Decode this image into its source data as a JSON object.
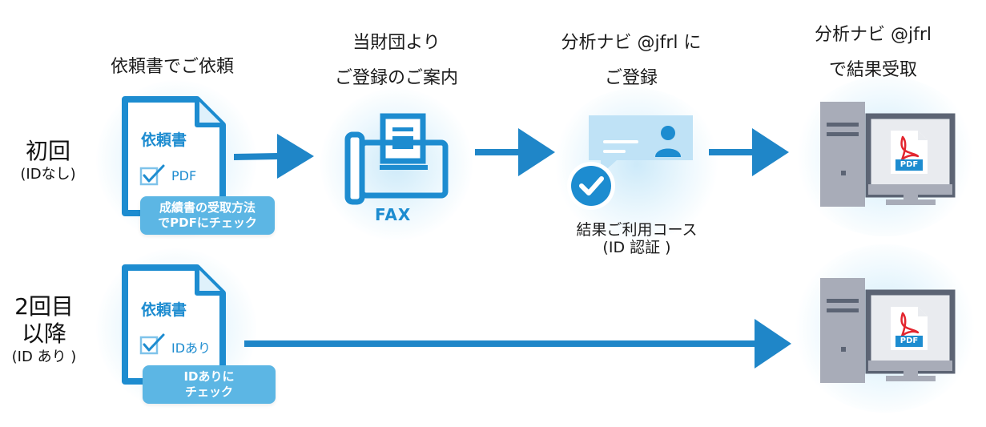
{
  "steps": {
    "request": {
      "line1": "依頼書でご依頼"
    },
    "guidance": {
      "line1": "当財団より",
      "line2": "ご登録のご案内"
    },
    "register": {
      "line1": "分析ナビ @jfrl に",
      "line2": "ご登録"
    },
    "receive": {
      "line1": "分析ナビ @jfrl",
      "line2": "で結果受取"
    }
  },
  "rows": {
    "first": {
      "title": "初回",
      "note": "(IDなし)"
    },
    "repeat": {
      "title1": "2回目",
      "title2": "以降",
      "note": "(ID あり )"
    }
  },
  "doc_first": {
    "title": "依頼書",
    "check_label": "PDF",
    "badge_line1": "成績書の受取方法",
    "badge_line2": "でPDFにチェック"
  },
  "doc_repeat": {
    "title": "依頼書",
    "check_label": "IDあり",
    "badge_line1": "IDありに",
    "badge_line2": "チェック"
  },
  "fax": {
    "label": "FAX"
  },
  "id_card": {
    "caption_line1": "結果ご利用コース",
    "caption_line2": "(ID 認証 )"
  },
  "computer": {
    "pdf_label": "PDF"
  },
  "colors": {
    "accent": "#1d8cd0",
    "light_blue": "#5cb6e4",
    "card_blue": "#bfe2f6",
    "arrow": "#1f86c8",
    "computer_gray": "#a8acb8"
  }
}
